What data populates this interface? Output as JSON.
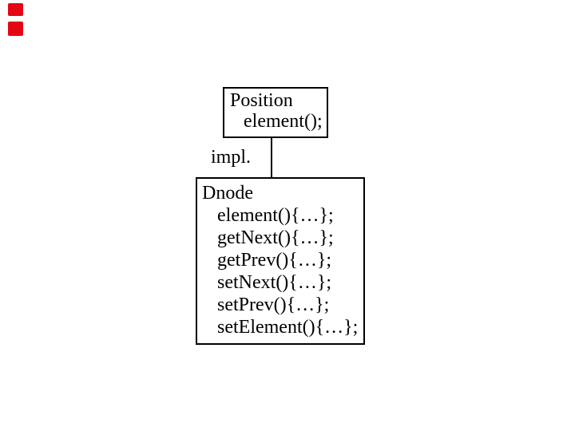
{
  "canvas": {
    "background_color": "#ffffff",
    "text_color": "#000000",
    "border_color": "#000000",
    "accent_red": "#e30613"
  },
  "diagram": {
    "position_box": {
      "title": "Position",
      "members": [
        "element();"
      ]
    },
    "edge_label": "impl.",
    "dnode_box": {
      "title": "Dnode",
      "members": [
        "element(){…};",
        "getNext(){…};",
        "getPrev(){…};",
        "setNext(){…};",
        "setPrev(){…};",
        "setElement(){…};"
      ]
    }
  }
}
